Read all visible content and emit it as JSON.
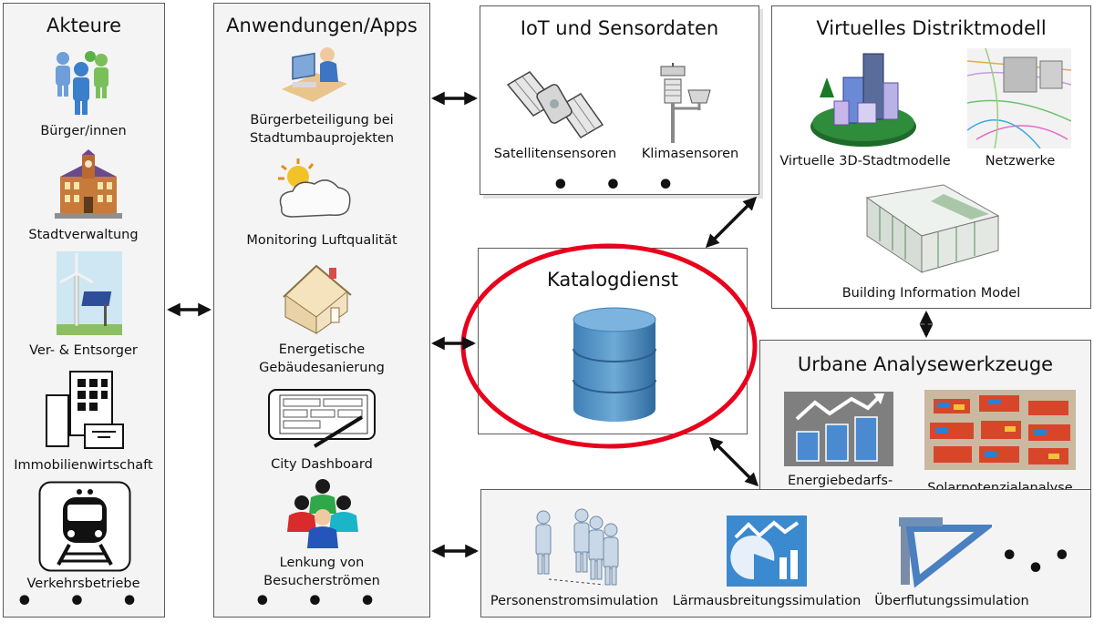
{
  "actors": {
    "title": "Akteure",
    "items": [
      {
        "label": "Bürger/innen",
        "icon": "citizens-icon"
      },
      {
        "label": "Stadtverwaltung",
        "icon": "town-hall-icon"
      },
      {
        "label": "Ver- & Entsorger",
        "icon": "wind-turbine-icon"
      },
      {
        "label": "Immobilienwirtschaft",
        "icon": "buildings-icon"
      },
      {
        "label": "Verkehrsbetriebe",
        "icon": "train-icon"
      }
    ],
    "more": "• • •"
  },
  "apps": {
    "title": "Anwendungen/Apps",
    "items": [
      {
        "label": "Bürgerbeteiligung bei Stadtumbauprojekten",
        "icon": "computer-user-icon"
      },
      {
        "label": "Monitoring Luftqualität",
        "icon": "sun-cloud-icon"
      },
      {
        "label": "Energetische Gebäudesanierung",
        "icon": "house-icon"
      },
      {
        "label": "City Dashboard",
        "icon": "tablet-pen-icon"
      },
      {
        "label": "Lenkung von Besucherströmen",
        "icon": "people-group-icon"
      }
    ],
    "more": "• • •"
  },
  "iot": {
    "title": "IoT und Sensordaten",
    "items": [
      {
        "label": "Satellitensensoren",
        "icon": "satellite-icon"
      },
      {
        "label": "Klimasensoren",
        "icon": "weather-station-icon"
      }
    ],
    "more": "• • •"
  },
  "district": {
    "title": "Virtuelles Distriktmodell",
    "items": [
      {
        "label": "Virtuelle 3D-Stadtmodelle",
        "icon": "city-3d-icon"
      },
      {
        "label": "Netzwerke",
        "icon": "network-map-icon"
      },
      {
        "label": "Building Information Model",
        "icon": "bim-icon"
      }
    ]
  },
  "catalog": {
    "title": "Katalogdienst",
    "icon": "database-icon",
    "highlight_color": "#e8001c"
  },
  "analysis": {
    "title": "Urbane Analysewerkzeuge",
    "items": [
      {
        "label": "Energiebedarfs-berechnung",
        "icon": "bar-chart-icon"
      },
      {
        "label": "Solarpotenzialanalyse",
        "icon": "solar-map-icon"
      }
    ]
  },
  "simulation": {
    "items": [
      {
        "label": "Personenstromsimulation",
        "icon": "pedestrians-icon"
      },
      {
        "label": "Lärmausbreitungssimulation",
        "icon": "noise-chart-icon"
      },
      {
        "label": "Überflutungssimulation",
        "icon": "ruler-triangle-icon"
      }
    ],
    "more": "• • •"
  }
}
